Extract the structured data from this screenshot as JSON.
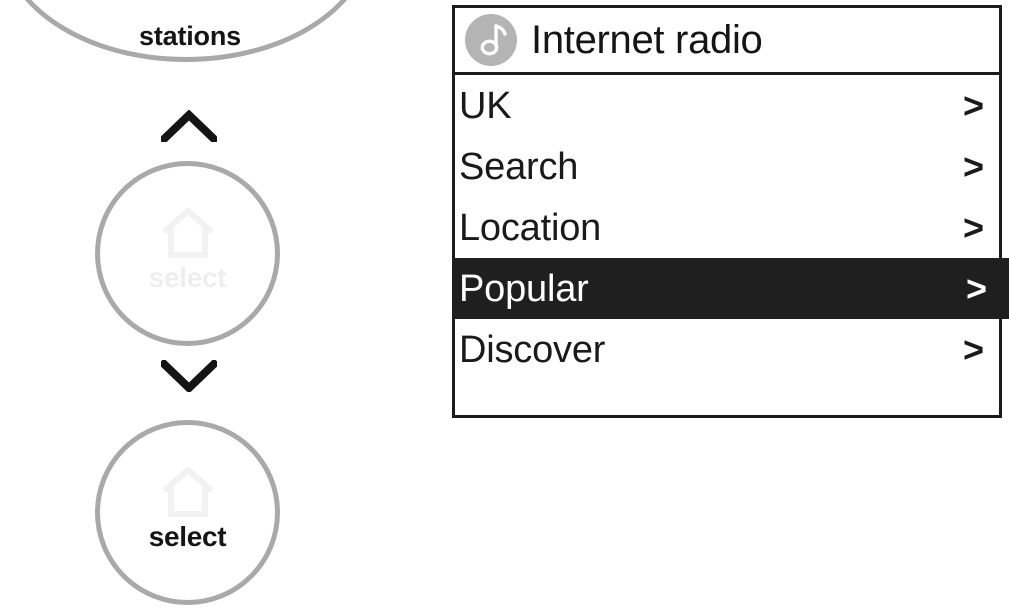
{
  "device_controls": {
    "dial_label": "stations",
    "dial_icon": "rotary-dial-arc",
    "up_button": {
      "icon": "chevron-up-icon",
      "label": ""
    },
    "down_button": {
      "icon": "chevron-down-icon",
      "label": ""
    },
    "buttons": [
      {
        "id": "select-upper",
        "label": "select",
        "icon": "home-icon",
        "state": "inactive",
        "label_color": "#eeeeee"
      },
      {
        "id": "select-lower",
        "label": "select",
        "icon": "home-icon",
        "state": "active",
        "label_color": "#151515"
      }
    ],
    "outline_color": "#a9a9a9"
  },
  "screen": {
    "header": {
      "title": "Internet radio",
      "icon": "music-note-icon",
      "icon_background": "#b4b4b4"
    },
    "menu_items": [
      {
        "label": "UK",
        "chevron": ">",
        "selected": false
      },
      {
        "label": "Search",
        "chevron": ">",
        "selected": false
      },
      {
        "label": "Location",
        "chevron": ">",
        "selected": false
      },
      {
        "label": "Popular",
        "chevron": ">",
        "selected": true
      },
      {
        "label": "Discover",
        "chevron": ">",
        "selected": false
      }
    ],
    "colors": {
      "border": "#1c1c1c",
      "background": "#ffffff",
      "highlight_background": "#1f1f1f",
      "highlight_text": "#ffffff",
      "text": "#1a1a1a"
    }
  }
}
